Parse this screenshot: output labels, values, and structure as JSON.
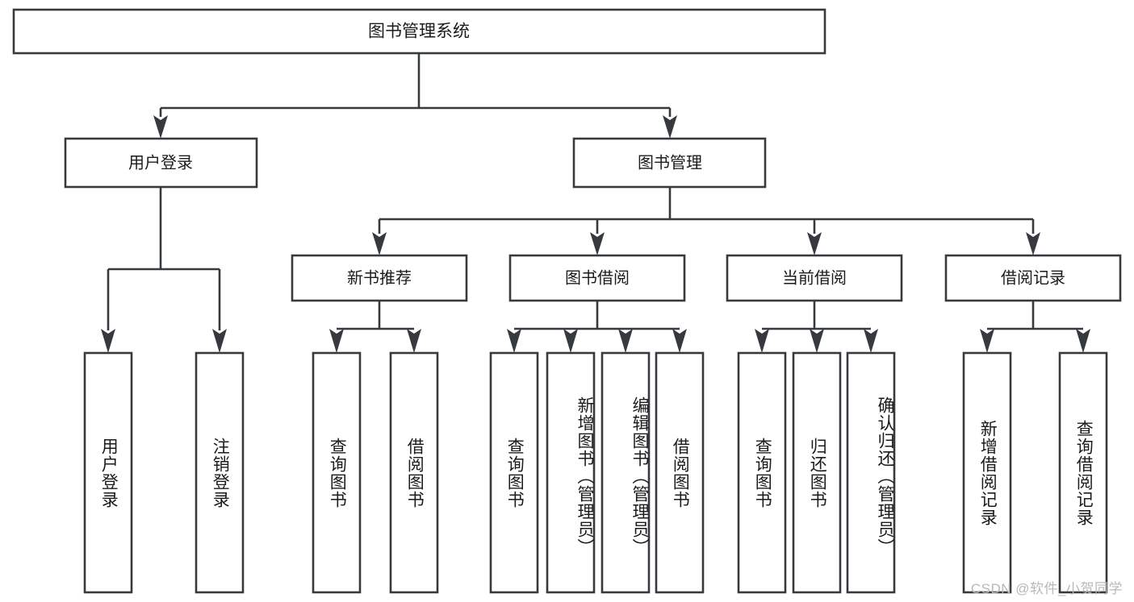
{
  "diagram": {
    "type": "tree-hierarchy",
    "title": "图书管理系统",
    "orientation": "top-down",
    "watermark": "CSDN @软件_小贺同学",
    "colors": {
      "box_stroke": "#36393d",
      "box_fill": "#ffffff",
      "text": "#1b1b1b",
      "background": "#ffffff",
      "watermark": "#b8b8b8"
    },
    "root": {
      "label": "图书管理系统"
    },
    "level2": [
      {
        "label": "用户登录"
      },
      {
        "label": "图书管理"
      }
    ],
    "level3": [
      {
        "label": "新书推荐"
      },
      {
        "label": "图书借阅"
      },
      {
        "label": "当前借阅"
      },
      {
        "label": "借阅记录"
      }
    ],
    "leaves": {
      "user_login": [
        {
          "label": "用户登录"
        },
        {
          "label": "注销登录"
        }
      ],
      "new_book_recommend": [
        {
          "label": "查询图书"
        },
        {
          "label": "借阅图书"
        }
      ],
      "book_borrow": [
        {
          "label": "查询图书"
        },
        {
          "label": "新增图书（管理员）"
        },
        {
          "label": "编辑图书（管理员）"
        },
        {
          "label": "借阅图书"
        }
      ],
      "current_borrow": [
        {
          "label": "查询图书"
        },
        {
          "label": "归还图书"
        },
        {
          "label": "确认归还（管理员）"
        }
      ],
      "borrow_record": [
        {
          "label": "新增借阅记录"
        },
        {
          "label": "查询借阅记录"
        }
      ]
    }
  }
}
